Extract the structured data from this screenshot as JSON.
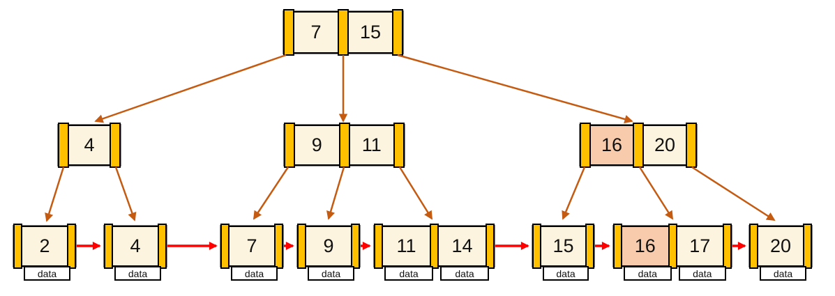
{
  "diagram_type": "b-plus-tree",
  "colors": {
    "pointer_cell_gold": "#FFC000",
    "key_cell_cream": "#FCF4DF",
    "highlight_peach": "#F8CBAD",
    "tree_arrow_brown": "#C55A11",
    "leaf_chain_arrow_red": "#FF0000"
  },
  "root": {
    "keys": [
      "7",
      "15"
    ]
  },
  "internal": [
    {
      "keys": [
        "4"
      ]
    },
    {
      "keys": [
        "9",
        "11"
      ]
    },
    {
      "keys": [
        "16",
        "20"
      ],
      "highlighted_key": "16"
    }
  ],
  "leaves": [
    {
      "keys": [
        "2"
      ],
      "data": [
        "data"
      ]
    },
    {
      "keys": [
        "4"
      ],
      "data": [
        "data"
      ]
    },
    {
      "keys": [
        "7"
      ],
      "data": [
        "data"
      ]
    },
    {
      "keys": [
        "9"
      ],
      "data": [
        "data"
      ]
    },
    {
      "keys": [
        "11",
        "14"
      ],
      "data": [
        "data",
        "data"
      ]
    },
    {
      "keys": [
        "15"
      ],
      "data": [
        "data"
      ]
    },
    {
      "keys": [
        "16",
        "17"
      ],
      "data": [
        "data",
        "data"
      ],
      "highlighted_key": "16"
    },
    {
      "keys": [
        "20"
      ],
      "data": [
        "data"
      ]
    }
  ]
}
